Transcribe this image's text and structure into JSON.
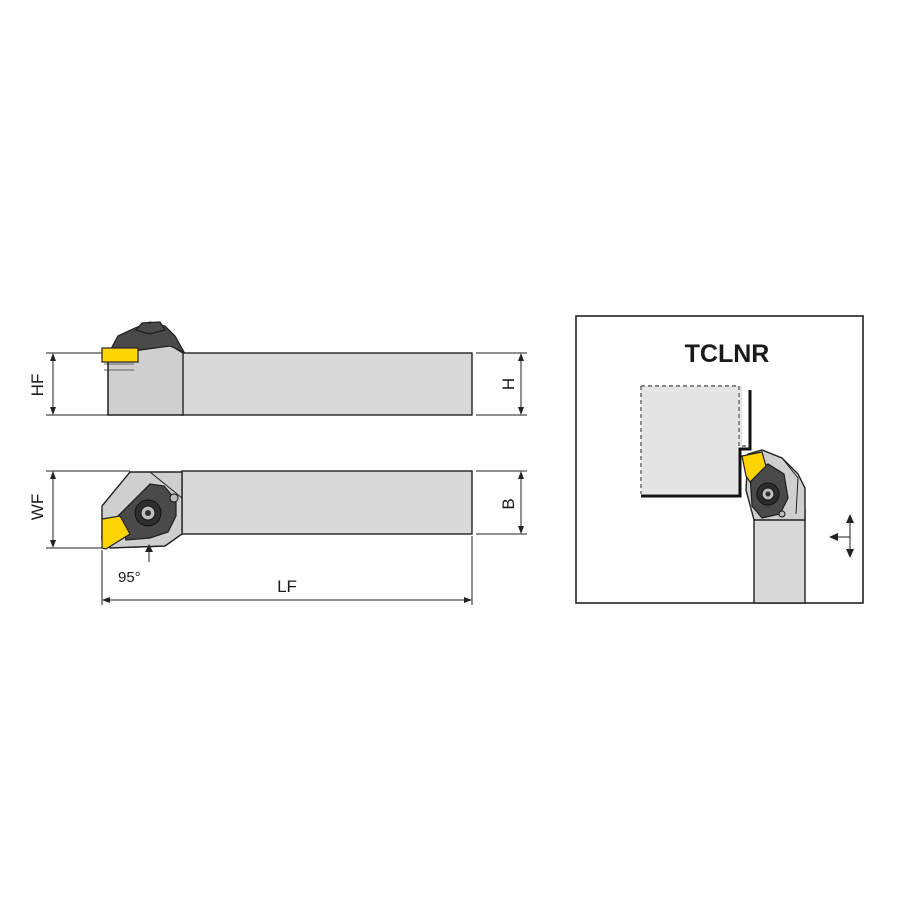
{
  "diagram": {
    "side_view": {
      "hf_label": "HF",
      "h_label": "H"
    },
    "top_view": {
      "wf_label": "WF",
      "b_label": "B",
      "lf_label": "LF",
      "angle_label": "95°"
    },
    "inset": {
      "title": "TCLNR"
    },
    "colors": {
      "insert": "#ffd400",
      "body": "#d9d9d9",
      "clamp": "#4a4a4a",
      "frame": "#222222"
    }
  }
}
